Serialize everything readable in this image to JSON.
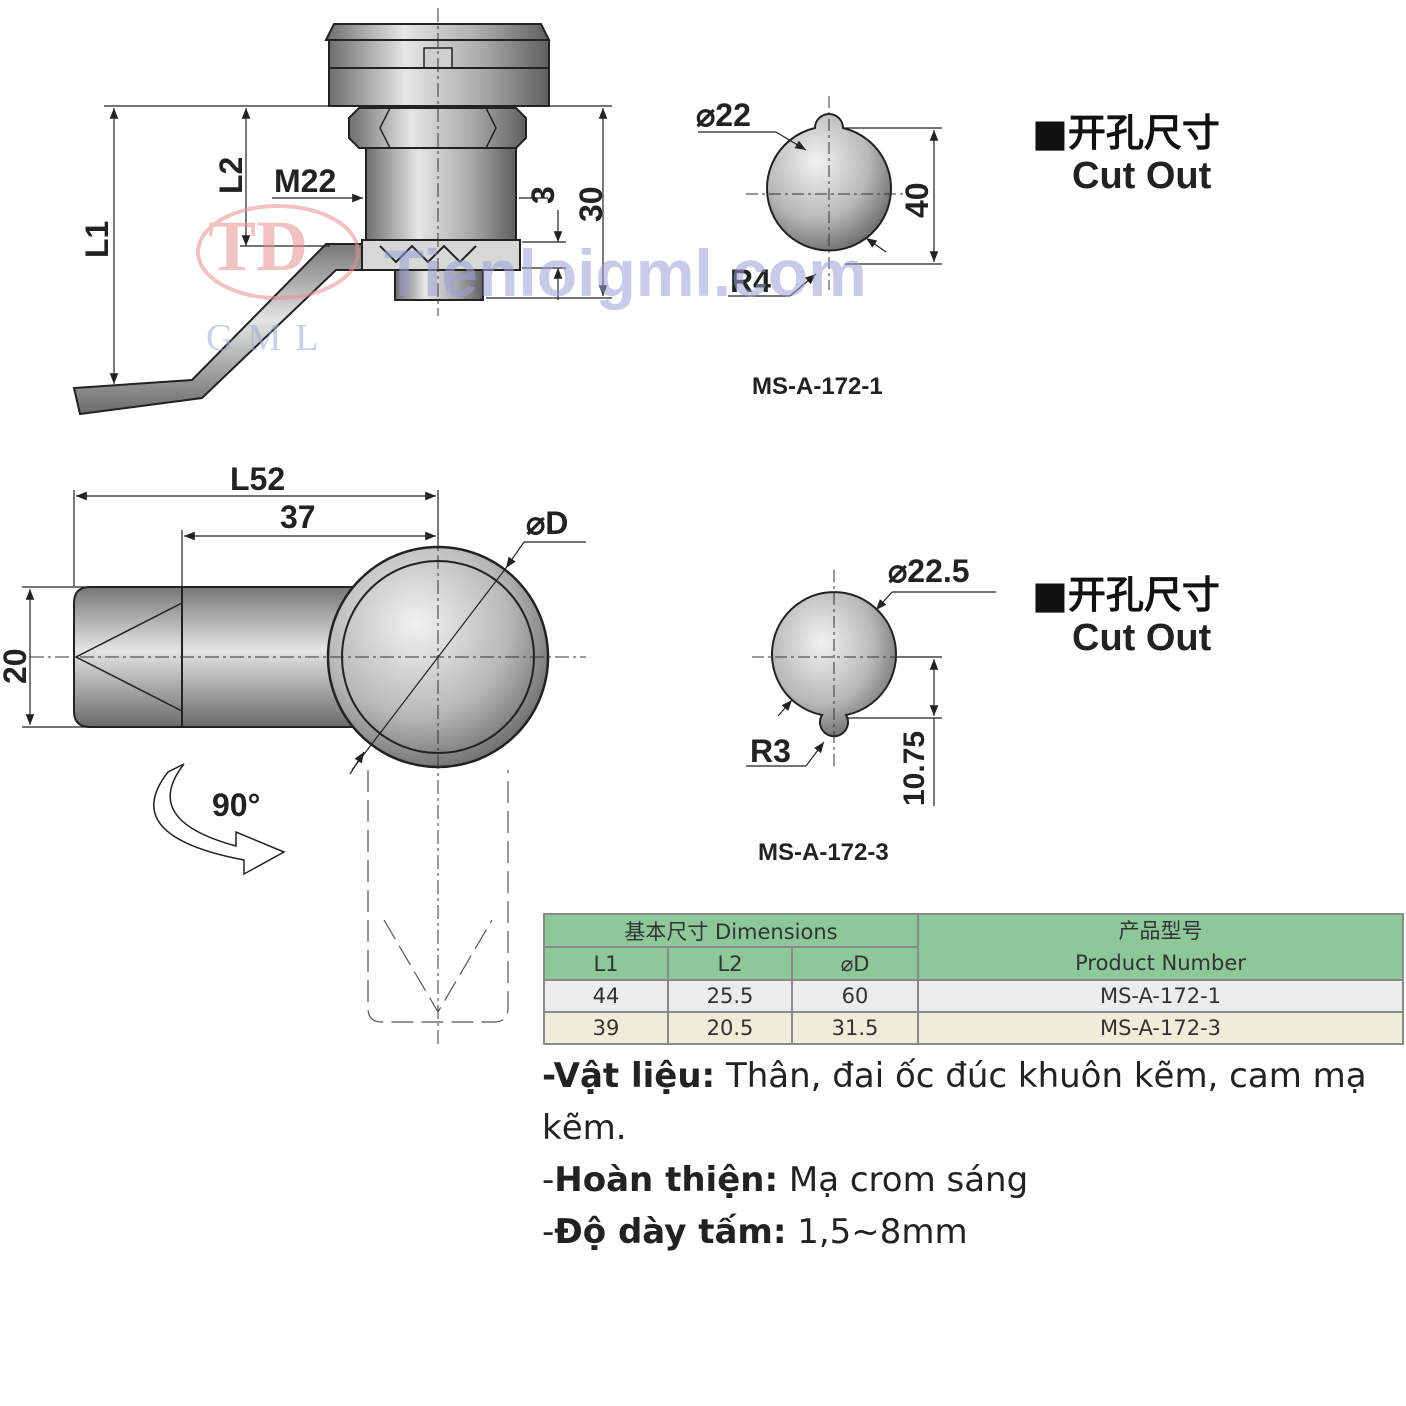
{
  "drawing_top": {
    "labels": {
      "L1": "L1",
      "L2": "L2",
      "M22": "M22",
      "dim3": "3",
      "dim30": "30"
    }
  },
  "cutout_1": {
    "diameter": "⌀22",
    "radius": "R4",
    "height": "40",
    "header_cn": "■开孔尺寸",
    "header_en": "Cut Out",
    "model": "MS-A-172-1"
  },
  "drawing_bottom": {
    "labels": {
      "L52": "L52",
      "dim37": "37",
      "diameter": "⌀D",
      "dim20": "20",
      "rotation": "90°"
    }
  },
  "cutout_3": {
    "diameter": "⌀22.5",
    "radius": "R3",
    "height": "10.75",
    "header_cn": "■开孔尺寸",
    "header_en": "Cut Out",
    "model": "MS-A-172-3"
  },
  "table": {
    "dimensions_header": "基本尺寸 Dimensions",
    "product_header_cn": "产品型号",
    "product_header_en": "Product Number",
    "columns": [
      "L1",
      "L2",
      "⌀D"
    ],
    "rows": [
      {
        "L1": "44",
        "L2": "25.5",
        "D": "60",
        "product": "MS-A-172-1"
      },
      {
        "L1": "39",
        "L2": "20.5",
        "D": "31.5",
        "product": "MS-A-172-3"
      }
    ]
  },
  "specs": {
    "material_label": "-Vật liệu:",
    "material_value": " Thân, đai ốc đúc khuôn kẽm, cam mạ kẽm.",
    "finish_prefix": "-",
    "finish_label": "Hoàn thiện:",
    "finish_value": " Mạ crom sáng",
    "thickness_prefix": "-",
    "thickness_label": "Độ dày tấm:",
    "thickness_value": " 1,5~8mm"
  },
  "watermark": {
    "logo": "TD",
    "sub": "GML",
    "site": "Tienloigml.com"
  },
  "colors": {
    "header_green": "#8dc89a",
    "row1": "#ececec",
    "row2": "#ededd9",
    "watermark_red": "#e89090",
    "watermark_blue": "#9aa0d8"
  }
}
